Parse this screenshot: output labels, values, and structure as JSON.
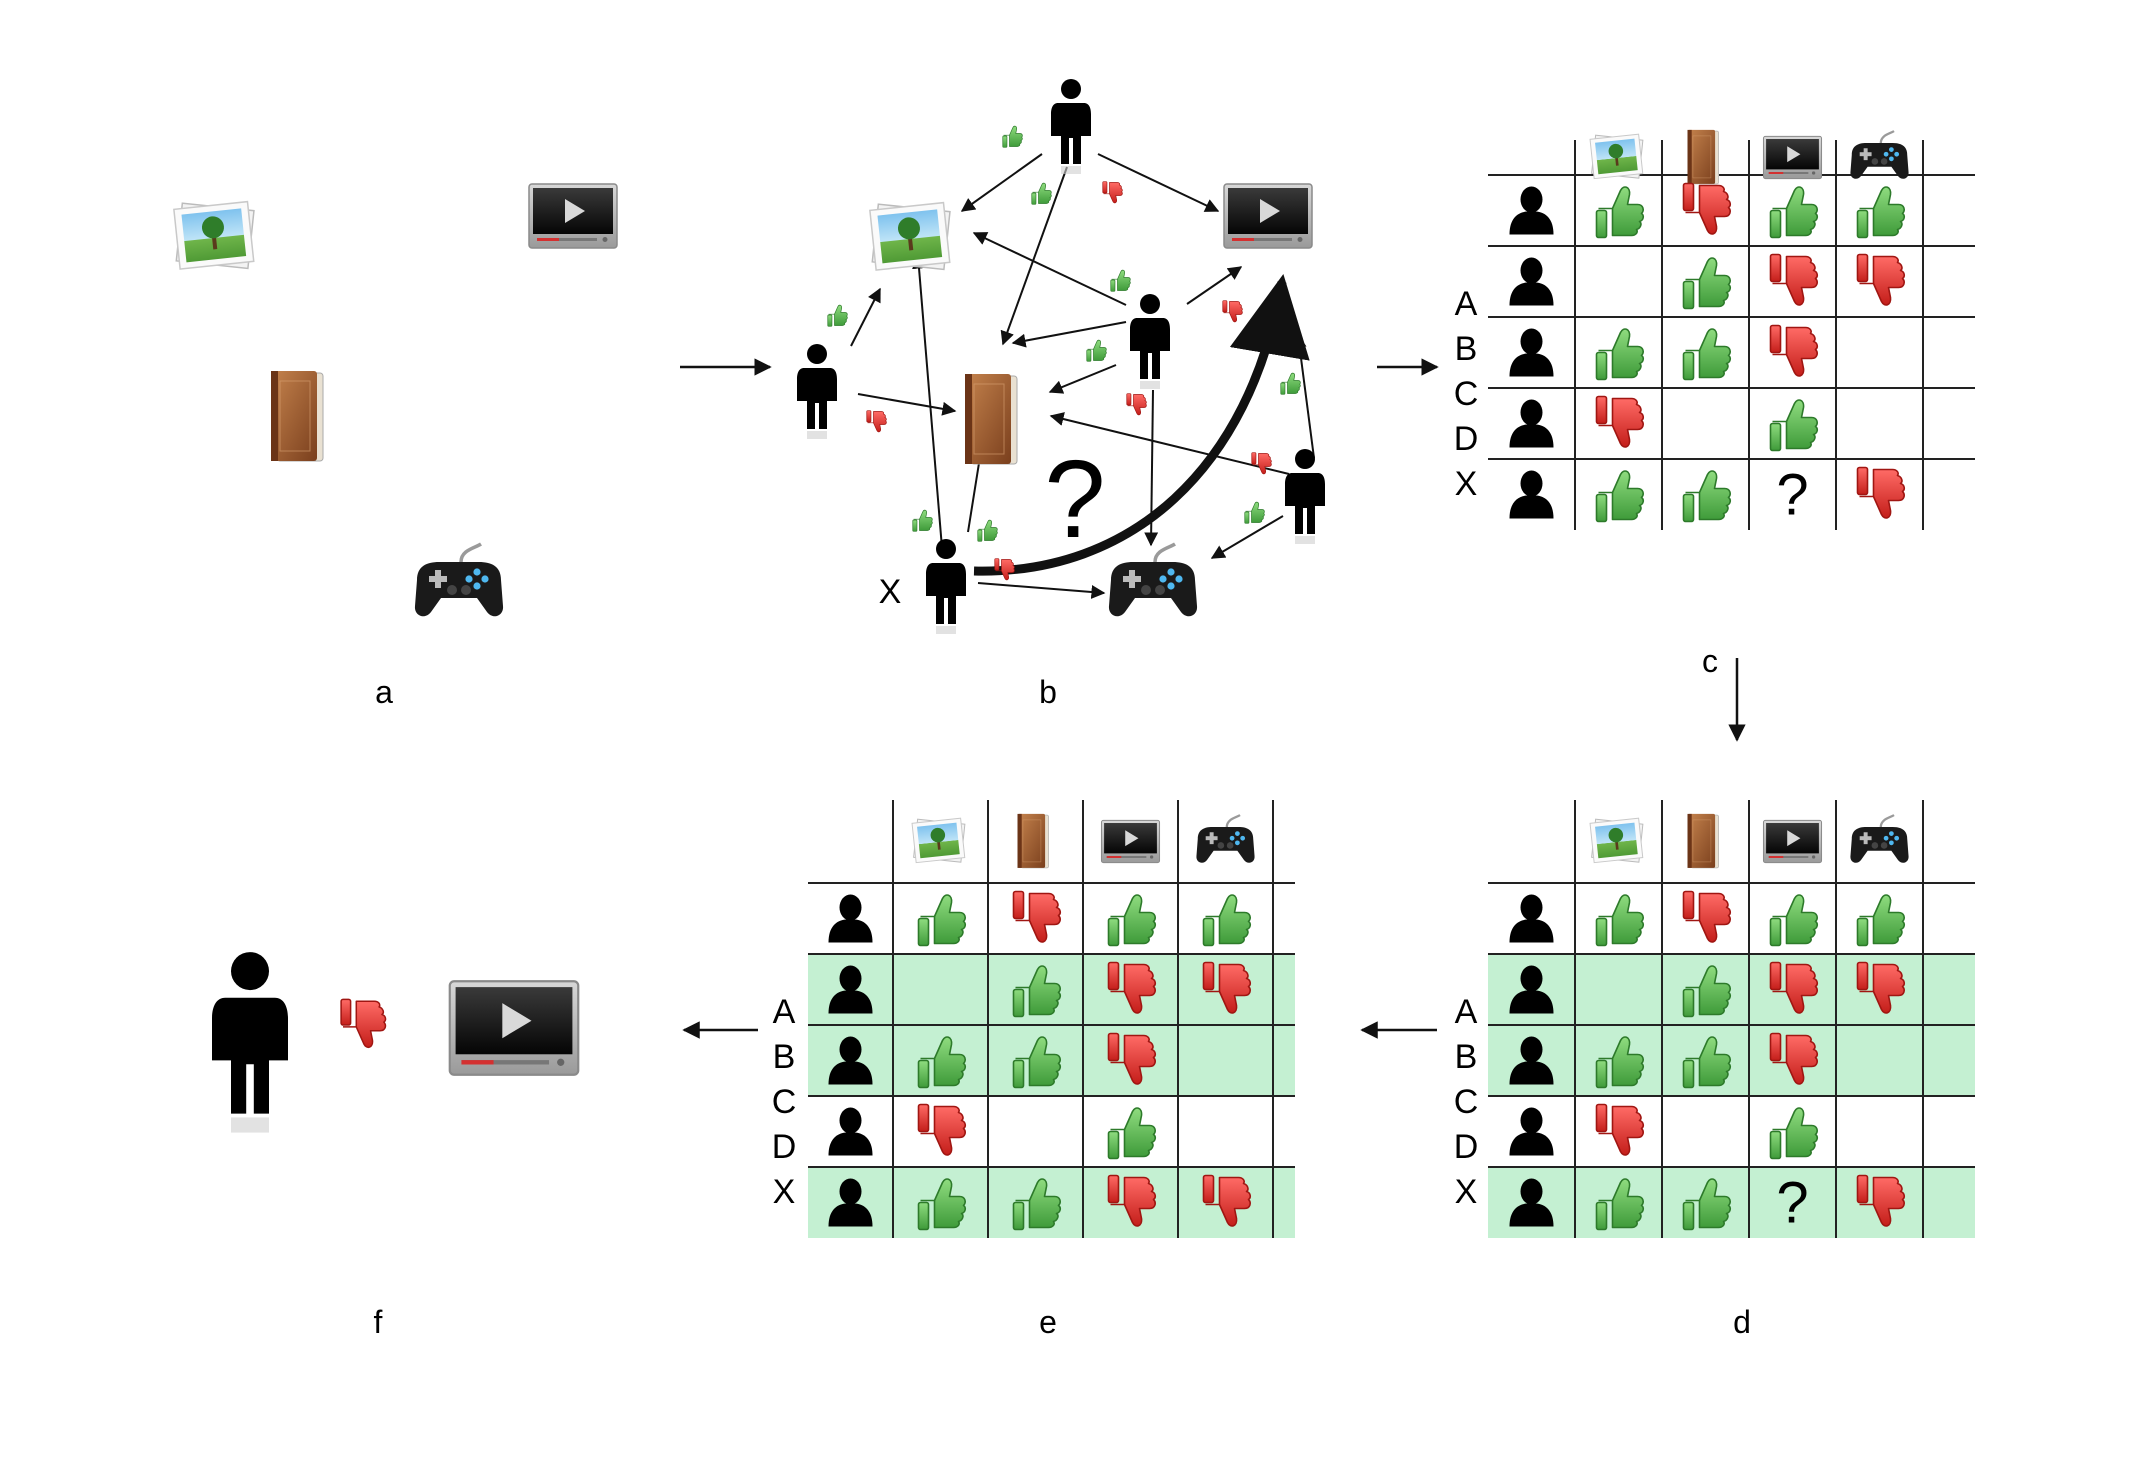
{
  "panel_labels": {
    "a": "a",
    "b": "b",
    "c": "c",
    "d": "d",
    "e": "e",
    "f": "f"
  },
  "unknown_symbol": "?",
  "user_x_label": "X",
  "row_labels": [
    "A",
    "B",
    "C",
    "D",
    "X"
  ],
  "items": [
    "photo",
    "book",
    "video",
    "gamepad"
  ],
  "ratings": [
    [
      "up",
      "down",
      "up",
      "up"
    ],
    [
      "",
      "up",
      "down",
      "down"
    ],
    [
      "up",
      "up",
      "down",
      ""
    ],
    [
      "down",
      "",
      "up",
      ""
    ],
    [
      "up",
      "up",
      "?",
      "down"
    ]
  ],
  "similar_rows": [
    1,
    2,
    4
  ],
  "predicted_value": "down",
  "colors": {
    "thumb_up": "#5cb85c",
    "thumb_down": "#e0322f",
    "highlight": "#c4f0d2",
    "icon_dark": "#1a1a1a",
    "book": "#9a5a2e"
  },
  "icons": {
    "photo": "photo-icon",
    "book": "book-icon",
    "video": "video-player-icon",
    "gamepad": "gamepad-icon",
    "user": "user-icon",
    "thumb_up": "thumb-up-icon",
    "thumb_down": "thumb-down-icon"
  }
}
